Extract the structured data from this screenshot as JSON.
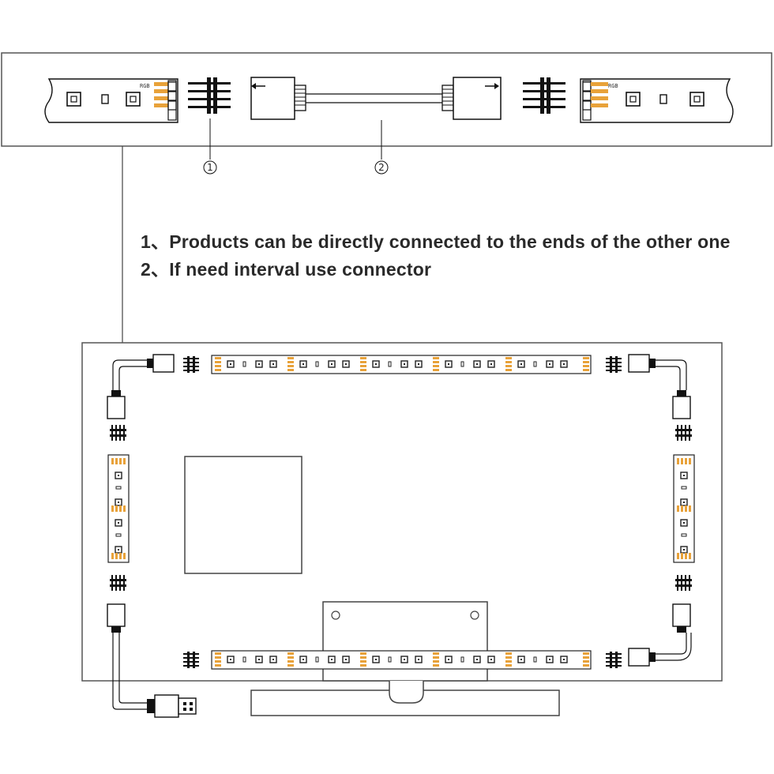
{
  "detail": {
    "left_strip_pin_label": "RGB",
    "right_strip_pin_label": "RGB",
    "callouts": [
      "1",
      "2"
    ]
  },
  "notes": [
    "1、Products can be directly connected to the ends of the other one",
    "2、If need interval use connector"
  ],
  "colors": {
    "line": "#1a1a1a",
    "pad": "#e8a23a",
    "frame_border": "#555555",
    "background": "#ffffff"
  },
  "icons": [
    "arrow-left-icon",
    "arrow-right-icon",
    "usb-plug-icon"
  ]
}
